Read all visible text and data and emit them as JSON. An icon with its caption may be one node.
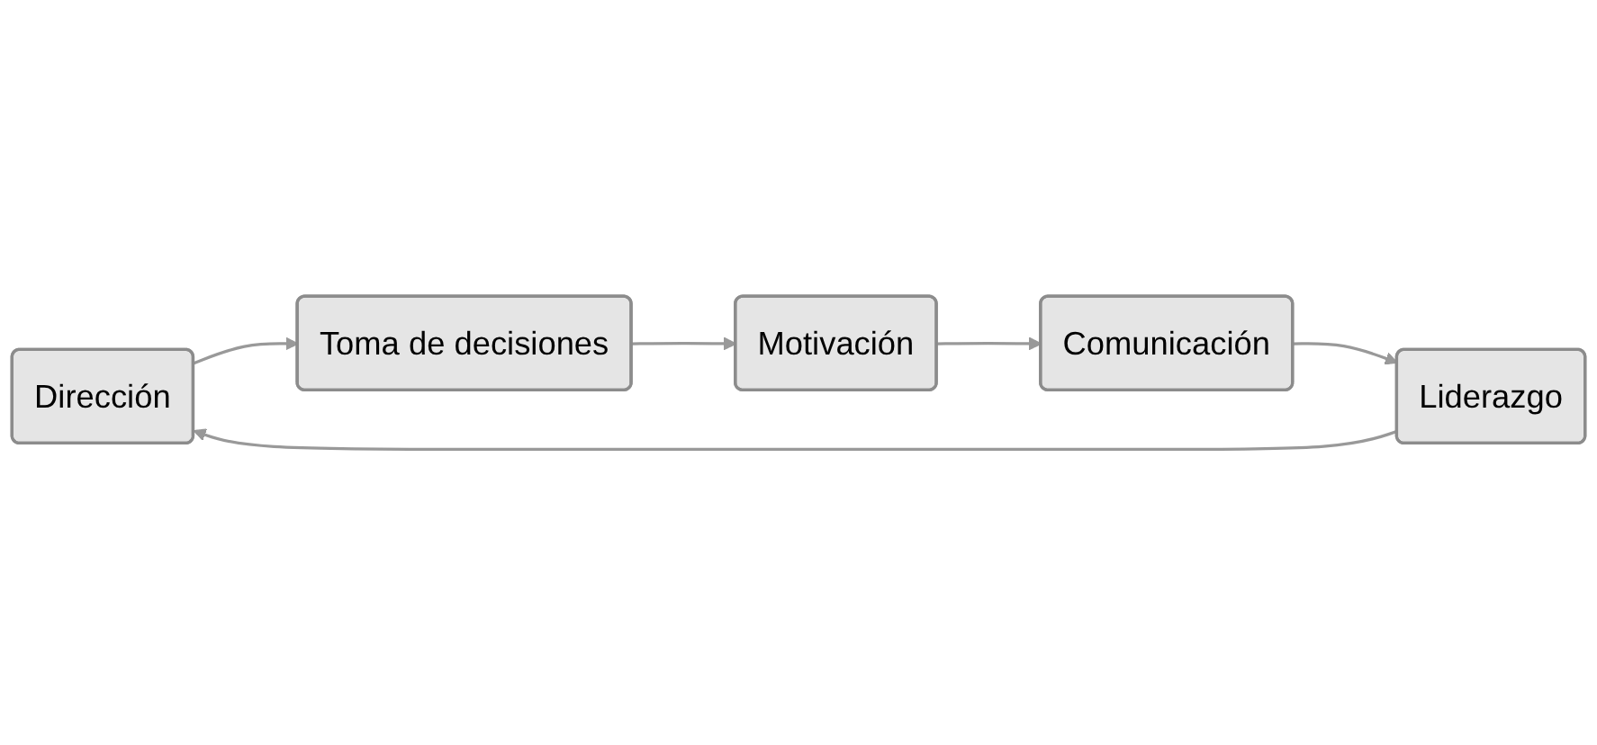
{
  "diagram": {
    "nodes": [
      {
        "text": [
          "Dirección"
        ]
      },
      {
        "text": [
          "Toma de decisiones"
        ]
      },
      {
        "text": [
          "Motivación"
        ]
      },
      {
        "text": [
          "Comunicación"
        ]
      },
      {
        "text": [
          "Liderazgo"
        ]
      }
    ],
    "edges": [
      {
        "from": 0,
        "to": 1,
        "arrow": "to"
      },
      {
        "from": 1,
        "to": 2,
        "arrow": "to"
      },
      {
        "from": 2,
        "to": 3,
        "arrow": "to"
      },
      {
        "from": 3,
        "to": 4,
        "arrow": "to"
      },
      {
        "from": 4,
        "to": 0,
        "arrow": "to"
      }
    ]
  }
}
